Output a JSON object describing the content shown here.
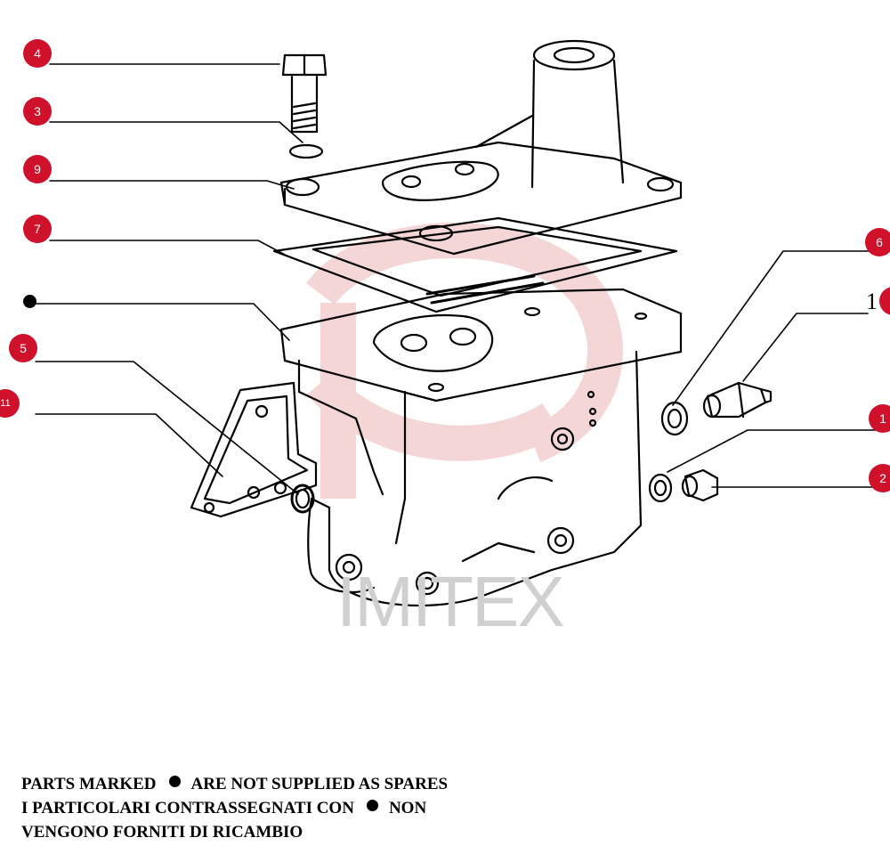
{
  "callouts": [
    {
      "label": "4"
    },
    {
      "label": "3"
    },
    {
      "label": "9"
    },
    {
      "label": "7"
    },
    {
      "label": "5"
    },
    {
      "label": "11"
    },
    {
      "label": "6"
    },
    {
      "label": "1"
    },
    {
      "label": "2"
    }
  ],
  "edge_text": {
    "left_of_10": "1"
  },
  "watermark_text": "IMITEX",
  "notes": {
    "line1_before": "PARTS MARKED",
    "line1_after": "ARE NOT SUPPLIED AS SPARES",
    "line2_before": "I PARTICOLARI CONTRASSEGNATI CON",
    "line2_after": "NON",
    "line3": "VENGONO FORNITI DI RICAMBIO"
  },
  "colors": {
    "callout_fill": "#d0112b",
    "line_art": "#000000",
    "watermark_logo": "#f3d2d2"
  }
}
